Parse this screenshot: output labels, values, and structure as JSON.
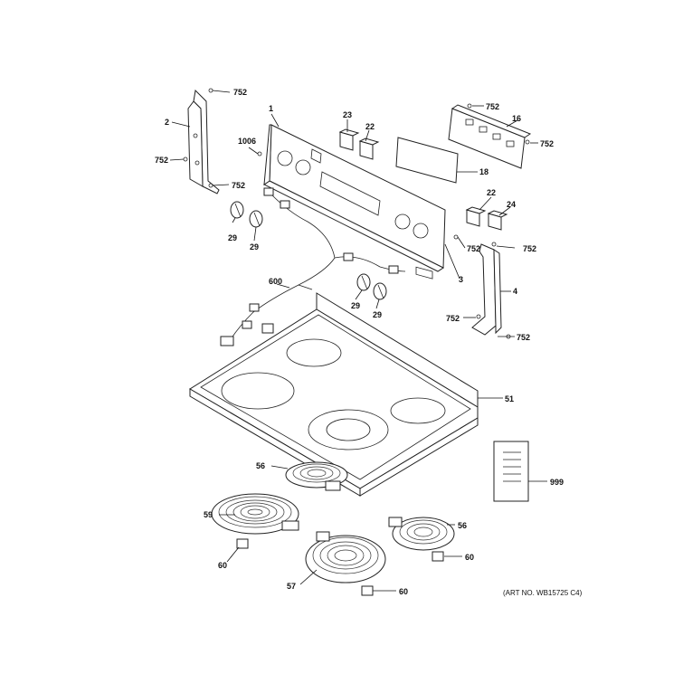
{
  "diagram": {
    "art_number": "(ART NO. WB15725 C4)",
    "callouts": {
      "panel": "1",
      "bracket_left": "2",
      "bracket_mount": "3",
      "bracket_right": "4",
      "control_board": "16",
      "overlay": "18",
      "switch_a": "22",
      "switch_b": "22",
      "switch_23": "23",
      "switch_24": "24",
      "knob": "29",
      "cooktop": "51",
      "element_small": "56",
      "element_57": "57",
      "element_59": "59",
      "terminal": "60",
      "harness": "600",
      "screw": "752",
      "screw_1006": "1006",
      "literature": "999"
    }
  }
}
